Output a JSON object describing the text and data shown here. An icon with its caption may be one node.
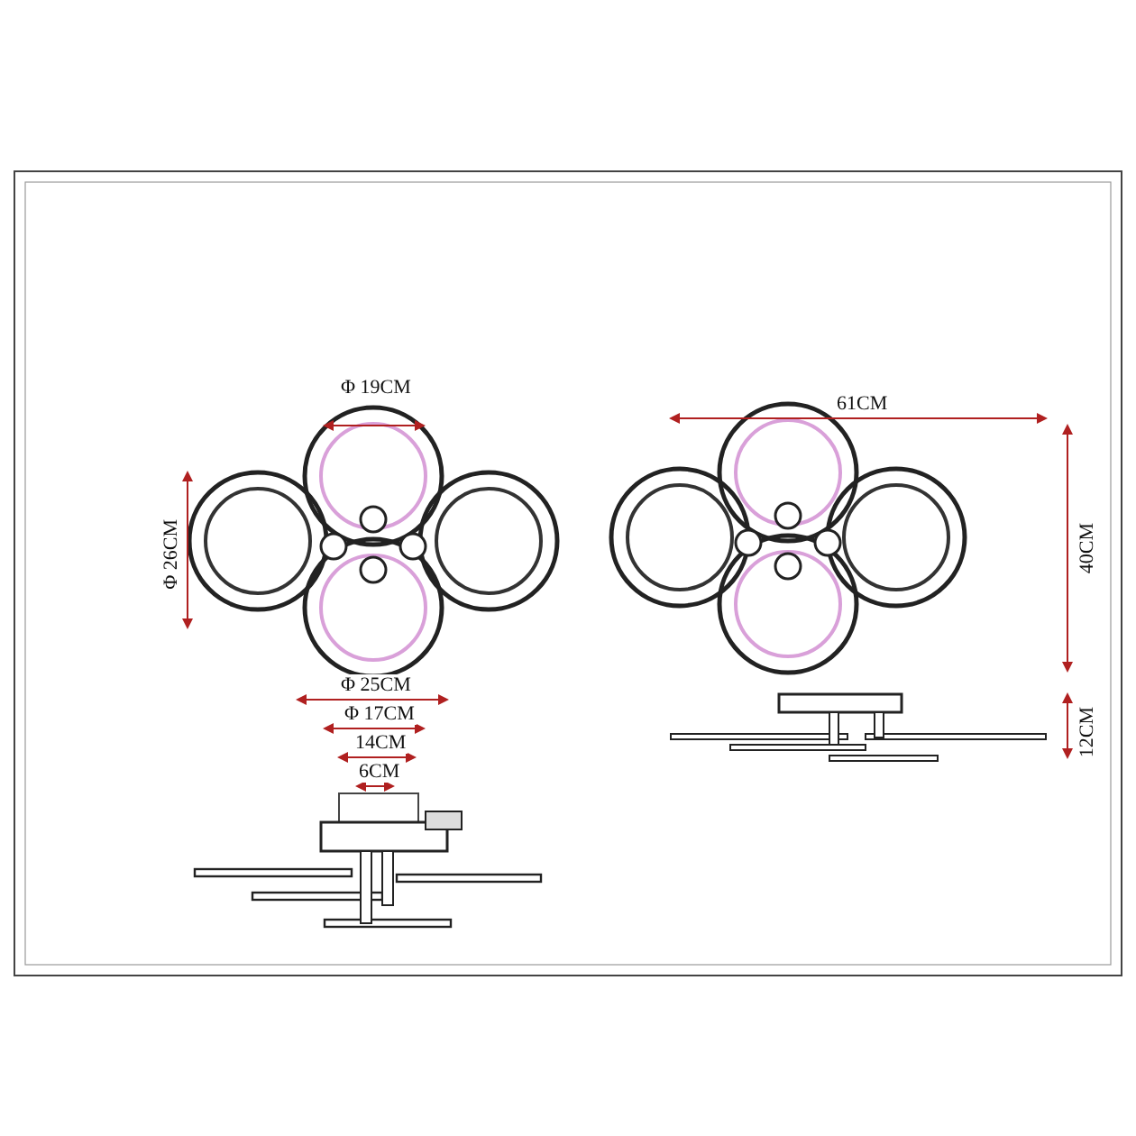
{
  "diagram": {
    "labels": [
      "Φ 19CM",
      "61CM",
      "Φ 26CM",
      "40CM",
      "Φ 25CM",
      "Φ 17CM",
      "12CM",
      "14CM",
      "6CM"
    ]
  }
}
